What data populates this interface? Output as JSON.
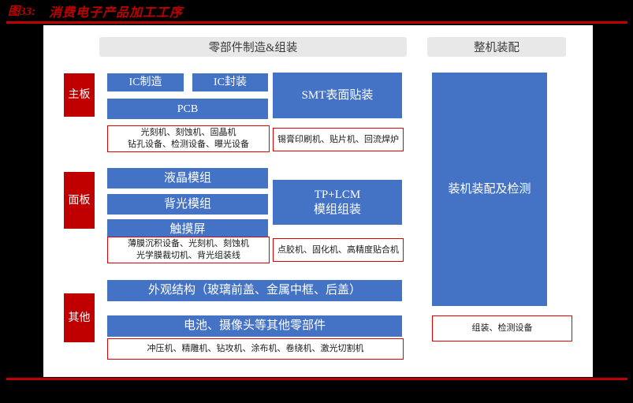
{
  "title": {
    "number": "图33:",
    "text": "消费电子产品加工工序"
  },
  "sections": {
    "components": "零部件制造&组装",
    "final_assembly": "整机装配"
  },
  "row_labels": {
    "mainboard": "主板",
    "panel": "面板",
    "other": "其他"
  },
  "mainboard": {
    "ic_manufacture": "IC制造",
    "ic_packaging": "IC封装",
    "pcb": "PCB",
    "smt": "SMT表面贴装",
    "equipment_left": "光刻机、刻蚀机、固晶机\n钻孔设备、检测设备、曝光设备",
    "equipment_right": "锡膏印刷机、贴片机、回流焊炉"
  },
  "panel": {
    "lcd_module": "液晶模组",
    "backlight_module": "背光模组",
    "touch_screen": "触摸屏",
    "tp_lcm": "TP+LCM\n模组组装",
    "equipment_left": "薄膜沉积设备、光刻机、刻蚀机\n光学膜裁切机、背光组装线",
    "equipment_right": "点胶机、固化机、高精度贴合机"
  },
  "other": {
    "exterior_structure": "外观结构（玻璃前盖、金属中框、后盖）",
    "other_components": "电池、摄像头等其他零部件",
    "equipment": "冲压机、精雕机、钻攻机、涂布机、卷绕机、激光切割机"
  },
  "final_assembly": {
    "process": "装机装配及检测",
    "equipment": "组装、检测设备"
  },
  "colors": {
    "accent_red": "#C00000",
    "box_blue": "#4472C4",
    "header_gray": "#E8E8E8",
    "equipment_border": "#E00000"
  }
}
